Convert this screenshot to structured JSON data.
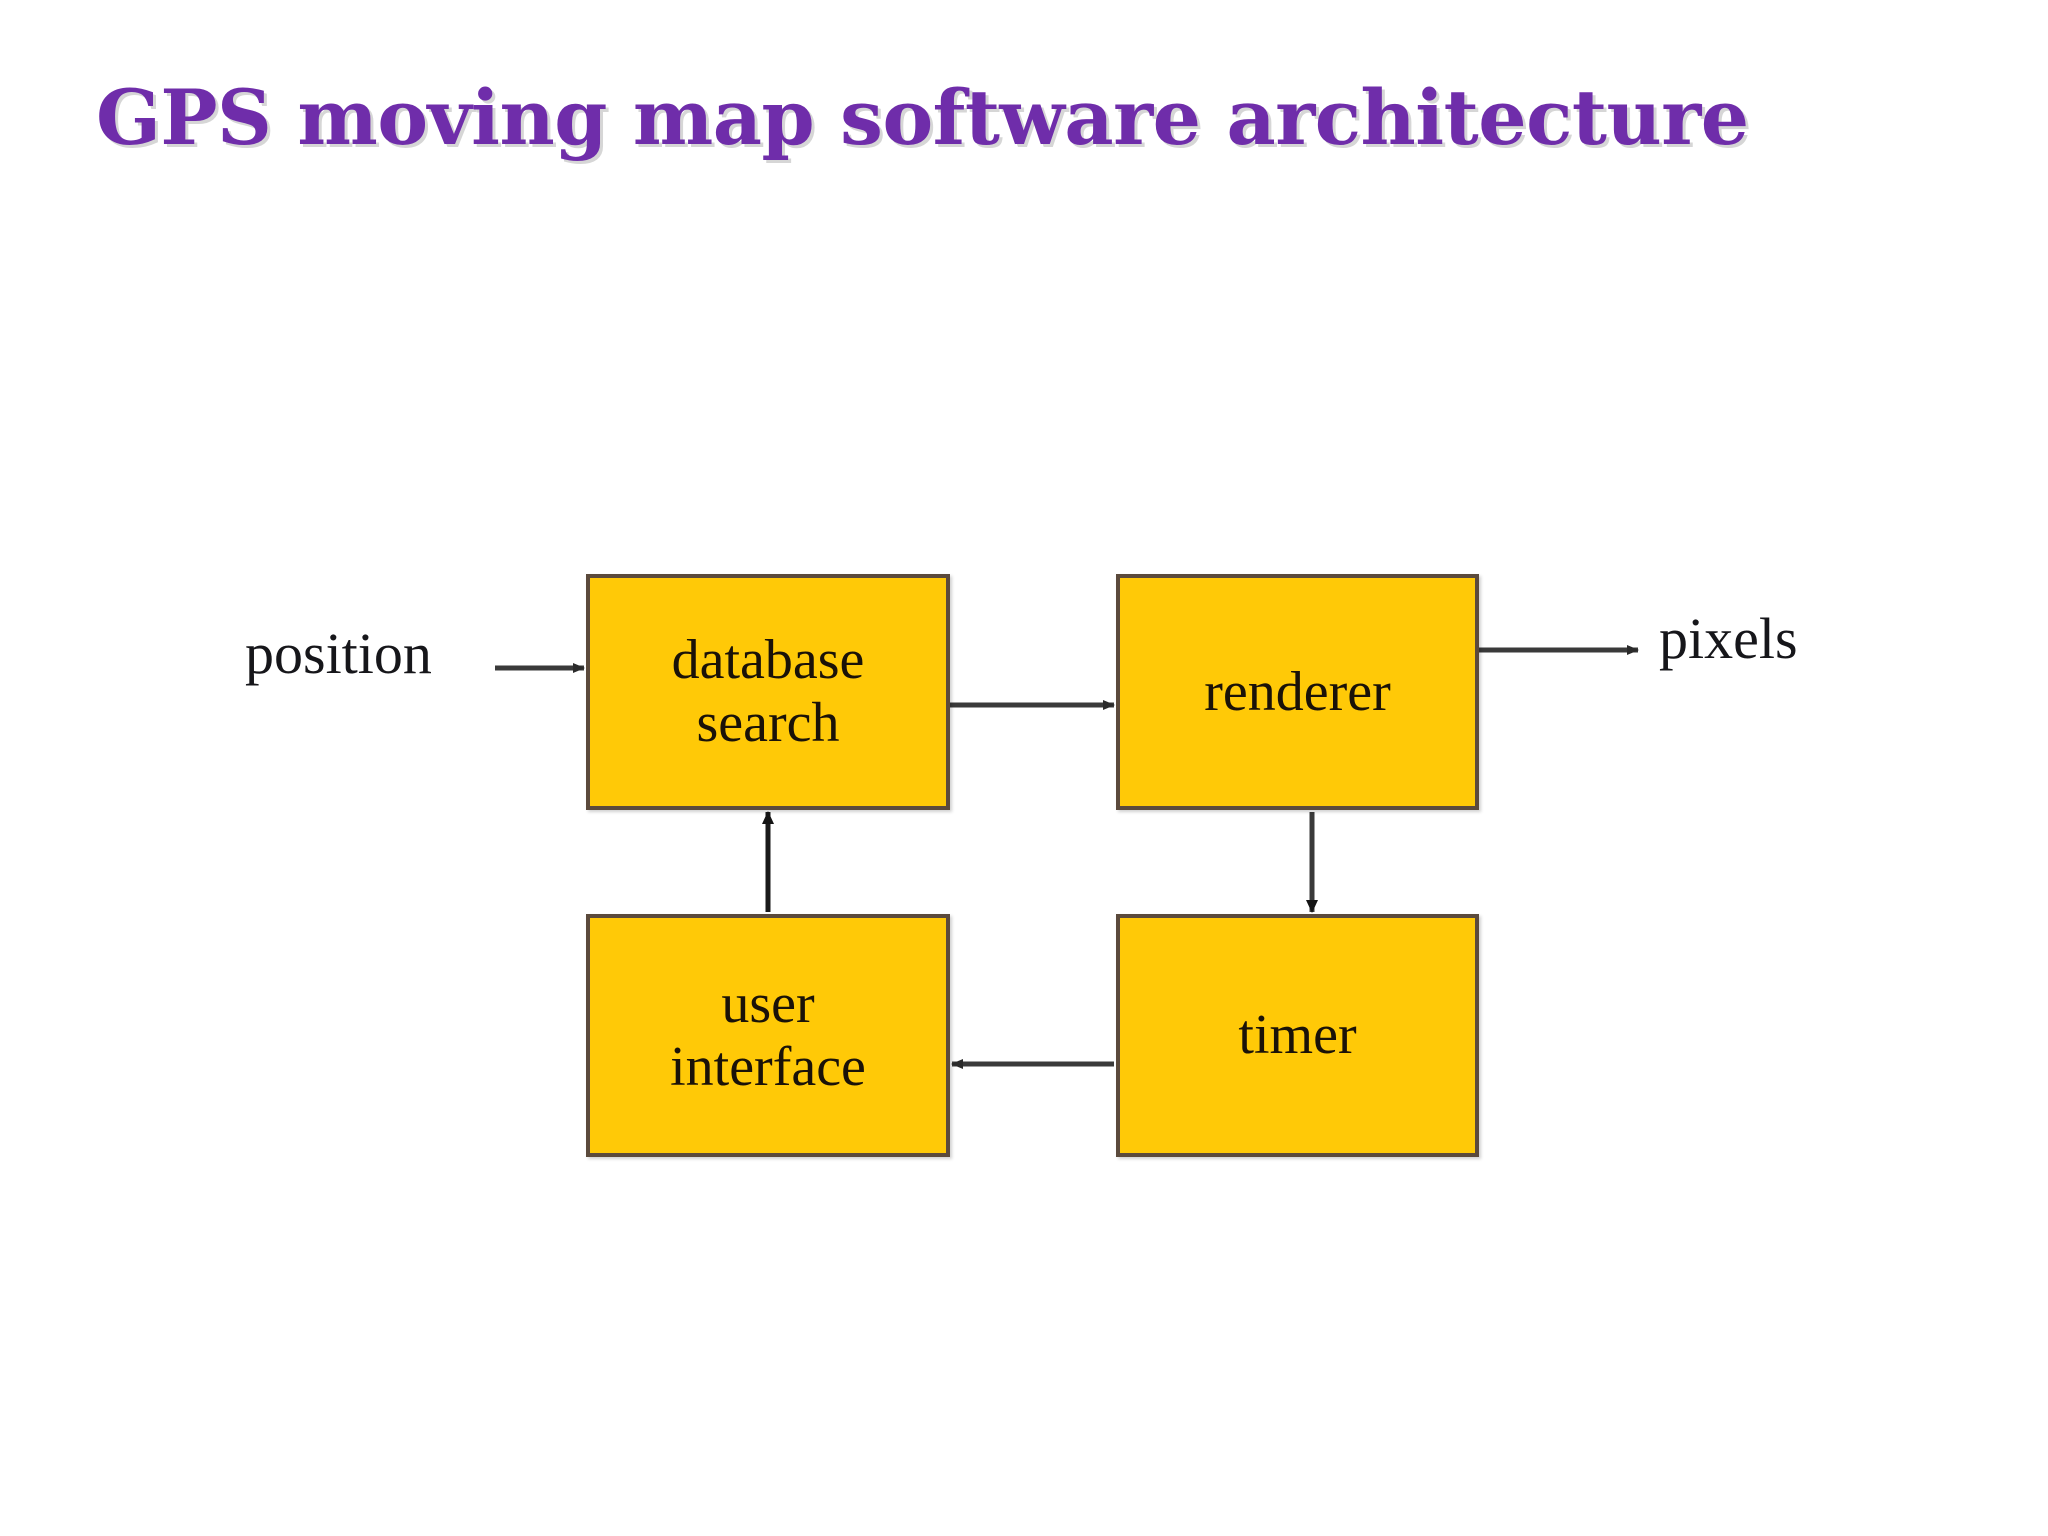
{
  "slide": {
    "title": "GPS moving map software architecture",
    "title_color": "#6f2daa",
    "background_color": "#ffffff"
  },
  "diagram": {
    "type": "block-diagram",
    "block_fill_color": "#ffc907",
    "block_border_color": "#5b4a3c",
    "arrow_color": "#2b2b2b",
    "blocks": [
      {
        "id": "database-search",
        "label_lines": [
          "database",
          "search"
        ],
        "label": "database search"
      },
      {
        "id": "renderer",
        "label_lines": [
          "renderer"
        ],
        "label": "renderer"
      },
      {
        "id": "user-interface",
        "label_lines": [
          "user",
          "interface"
        ],
        "label": "user interface"
      },
      {
        "id": "timer",
        "label_lines": [
          "timer"
        ],
        "label": "timer"
      }
    ],
    "external_labels": [
      {
        "id": "position",
        "text": "position"
      },
      {
        "id": "pixels",
        "text": "pixels"
      }
    ],
    "edges": [
      {
        "from": "position",
        "to": "database-search",
        "direction": "right"
      },
      {
        "from": "database-search",
        "to": "renderer",
        "direction": "right"
      },
      {
        "from": "renderer",
        "to": "pixels",
        "direction": "right"
      },
      {
        "from": "renderer",
        "to": "timer",
        "direction": "down"
      },
      {
        "from": "timer",
        "to": "user-interface",
        "direction": "left"
      },
      {
        "from": "user-interface",
        "to": "database-search",
        "direction": "up"
      }
    ]
  }
}
